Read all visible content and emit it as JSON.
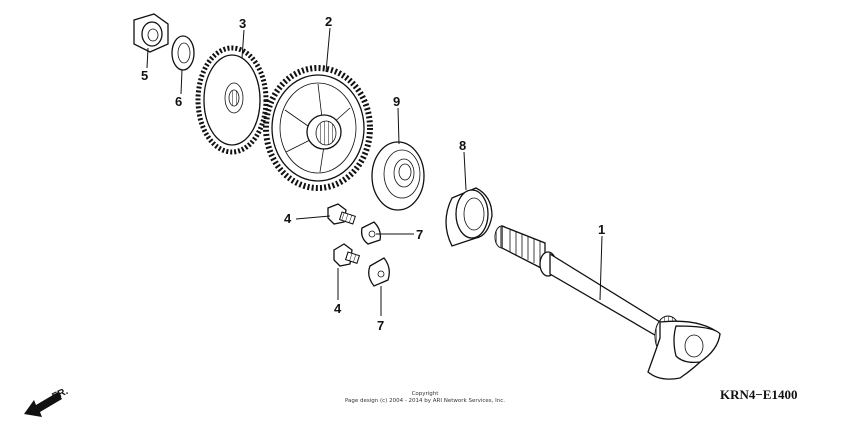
{
  "callouts": [
    {
      "id": "c5",
      "text": "5"
    },
    {
      "id": "c6",
      "text": "6"
    },
    {
      "id": "c3",
      "text": "3"
    },
    {
      "id": "c2",
      "text": "2"
    },
    {
      "id": "c9",
      "text": "9"
    },
    {
      "id": "c8",
      "text": "8"
    },
    {
      "id": "c1",
      "text": "1"
    },
    {
      "id": "c4a",
      "text": "4"
    },
    {
      "id": "c7a",
      "text": "7"
    },
    {
      "id": "c4b",
      "text": "4"
    },
    {
      "id": "c7b",
      "text": "7"
    }
  ],
  "diagram_code": "KRN4−E1400",
  "direction_label": "FR.",
  "copyright": {
    "line1": "Copyright",
    "line2": "Page design (c) 2004 - 2014 by ARI Network Services, Inc."
  }
}
